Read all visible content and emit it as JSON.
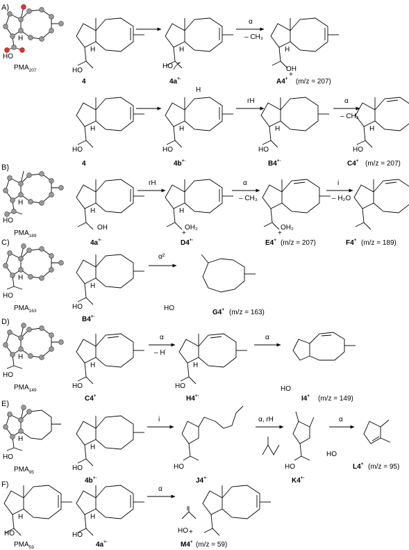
{
  "sections": {
    "A": "A)",
    "B": "B)",
    "C": "C)",
    "D": "D)",
    "E": "E)",
    "F": "F)"
  },
  "pma": {
    "p207": "PMA",
    "p207_sub": "207",
    "p189": "PMA",
    "p189_sub": "189",
    "p163": "PMA",
    "p163_sub": "163",
    "p149": "PMA",
    "p149_sub": "149",
    "p95": "PMA",
    "p95_sub": "95",
    "p59": "PMA",
    "p59_sub": "59"
  },
  "labels": {
    "c4_1": "4",
    "c4a": "4a",
    "c4a_sup": "+·",
    "A4": "A4",
    "A4_sup": "+",
    "A4_mz": "(m/z = 207)",
    "c4_2": "4",
    "c4b": "4b",
    "c4b_sup": "+·",
    "B4": "B4",
    "B4_sup": "+·",
    "C4": "C4",
    "C4_sup": "+",
    "C4_mz": "(m/z = 207)",
    "c4a_B": "4a",
    "c4a_B_sup": "+·",
    "D4": "D4",
    "D4_sup": "+·",
    "E4": "E4",
    "E4_sup": "+",
    "E4_mz": "(m/z = 207)",
    "F4": "F4",
    "F4_sup": "+",
    "F4_mz": "(m/z = 189)",
    "B4_C": "B4",
    "B4_C_sup": "+·",
    "G4": "G4",
    "G4_sup": "+",
    "G4_mz": "(m/z = 163)",
    "C4_D": "C4",
    "C4_D_sup": "+",
    "H4": "H4",
    "H4_sup": "+·",
    "I4": "I4",
    "I4_sup": "+",
    "I4_mz": "(m/z = 149)",
    "c4b_E": "4b",
    "c4b_E_sup": "+·",
    "J4": "J4",
    "J4_sup": "+·",
    "K4": "K4",
    "K4_sup": "+·",
    "L4": "L4",
    "L4_sup": "+",
    "L4_mz": "(m/z = 95)",
    "c4a_F": "4a",
    "c4a_F_sup": "+·",
    "M4": "M4",
    "M4_sup": "+",
    "M4_mz": "(m/z = 59)"
  },
  "arrow_text": {
    "alpha": "α",
    "minus_ch3": "– CH₃",
    "rH": "rH",
    "i": "i",
    "minus_h2o": "– H₂O",
    "alpha2": "α²",
    "minus_h": "– H˙",
    "alpha_rH": "α, rH"
  },
  "chem": {
    "HO": "HO",
    "H": "H",
    "OH": "OH",
    "OH2": "OH₂",
    "plus": "+",
    "radical": "·"
  }
}
